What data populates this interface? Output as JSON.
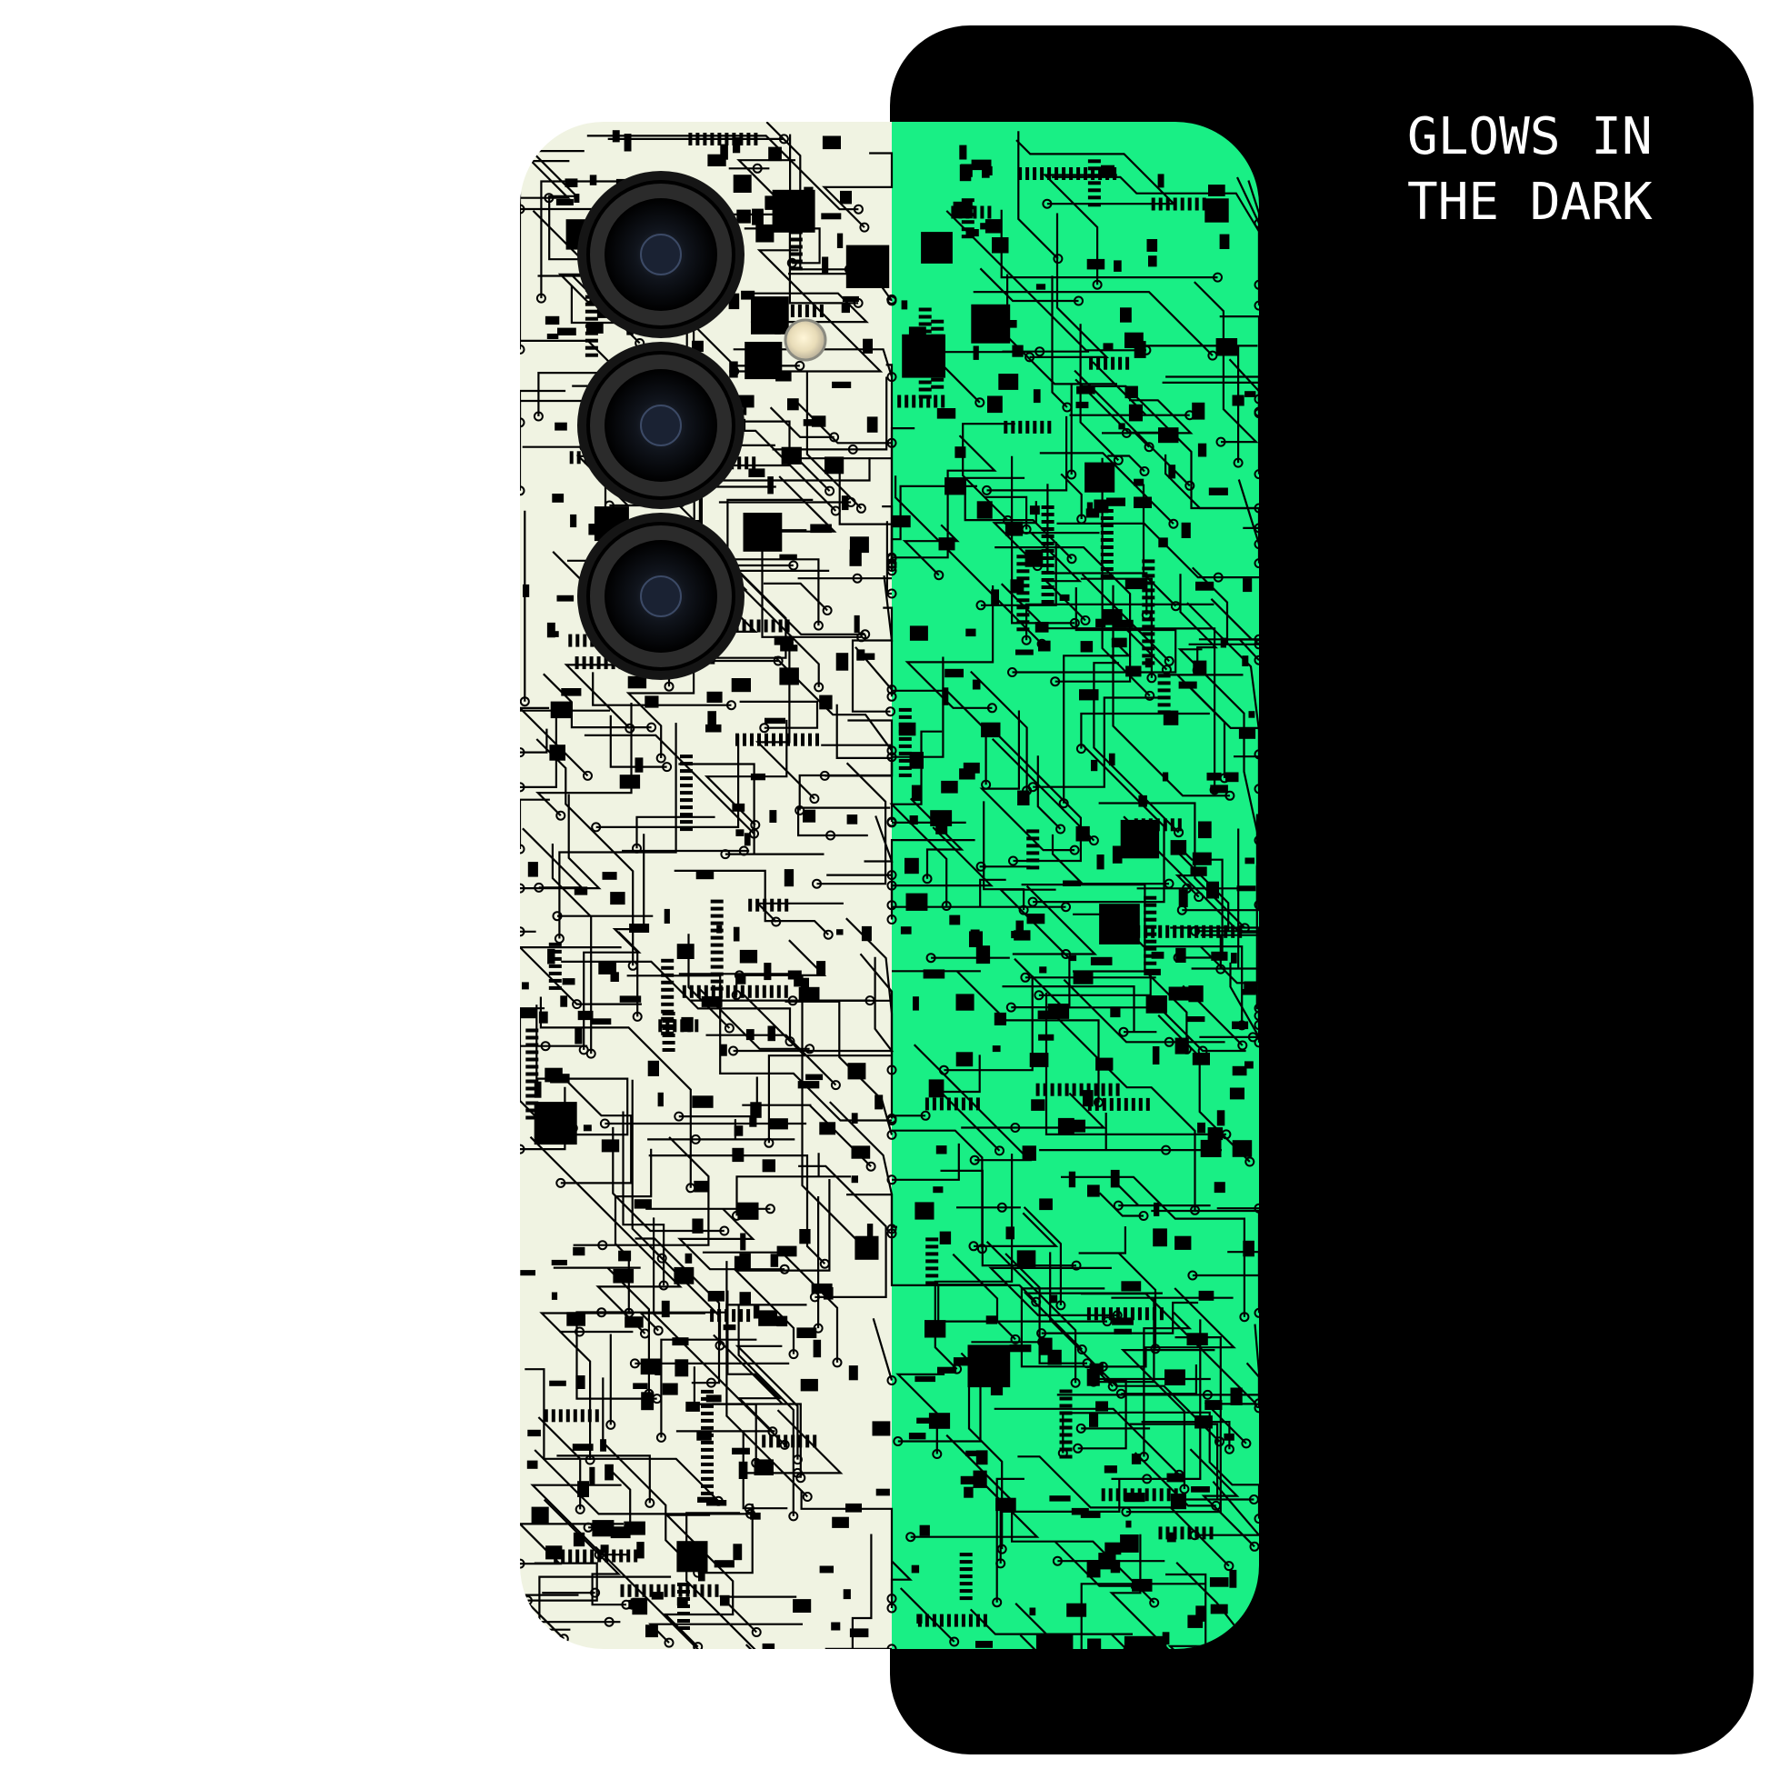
{
  "caption": {
    "lines": [
      "GLOWS IN",
      "THE DARK"
    ],
    "text": "GLOWS IN\nTHE DARK"
  },
  "colors": {
    "background": "#ffffff",
    "dark_panel": "#000000",
    "caption_text": "#ffffff",
    "skin_light": "#f0f3e2",
    "skin_glow": "#19ef85",
    "circuit_ink": "#000000",
    "lens_ring": "#111111"
  },
  "phone": {
    "camera_count": 3,
    "flash_count": 1,
    "skin_pattern": "circuit-board"
  }
}
